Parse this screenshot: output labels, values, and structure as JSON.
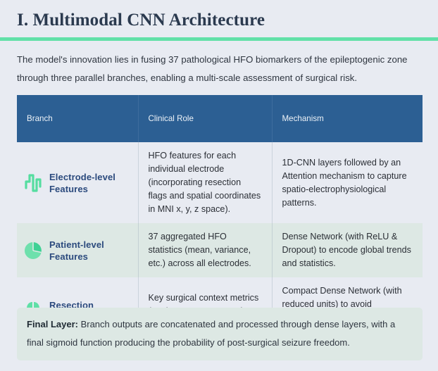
{
  "header": {
    "title": "I. Multimodal CNN Architecture",
    "accent_color": "#61e0a8"
  },
  "intro": {
    "text": "The model's innovation lies in fusing 37 pathological HFO biomarkers of the epileptogenic zone through three parallel branches, enabling a multi-scale assessment of surgical risk."
  },
  "table": {
    "header_bg": "#2c5f93",
    "columns": [
      {
        "label": "Branch"
      },
      {
        "label": "Clinical Role"
      },
      {
        "label": "Mechanism"
      }
    ],
    "rows": [
      {
        "icon": "waveform-icon",
        "branch": "Electrode-level Features",
        "clinical_role": "HFO features for each individual electrode (incorporating resection flags and spatial coordinates in MNI x, y, z space).",
        "mechanism": "1D-CNN layers followed by an Attention mechanism to capture spatio-electrophysiological patterns."
      },
      {
        "icon": "pie-chart-icon",
        "branch": "Patient-level Features",
        "clinical_role": "37 aggregated HFO statistics (mean, variance, etc.) across all electrodes.",
        "mechanism": "Dense Network (with ReLU & Dropout) to encode global trends and statistics."
      },
      {
        "icon": "brain-icon",
        "branch": "Resection Summary",
        "clinical_role": "Key surgical context metrics (total contacts, resected contacts, fraction resected).",
        "mechanism": "Compact Dense Network (with reduced units) to avoid overparameterization and provide surgical context."
      }
    ],
    "row_colors": [
      "#e8ebf2",
      "#dde8e4"
    ],
    "icon_color": "#55dda0",
    "branch_label_color": "#2b4a7d"
  },
  "final_note": {
    "label": "Final Layer:",
    "text": " Branch outputs are concatenated and processed through dense layers, with a final sigmoid function producing the probability of post-surgical seizure freedom.",
    "background": "#dde8e4"
  }
}
